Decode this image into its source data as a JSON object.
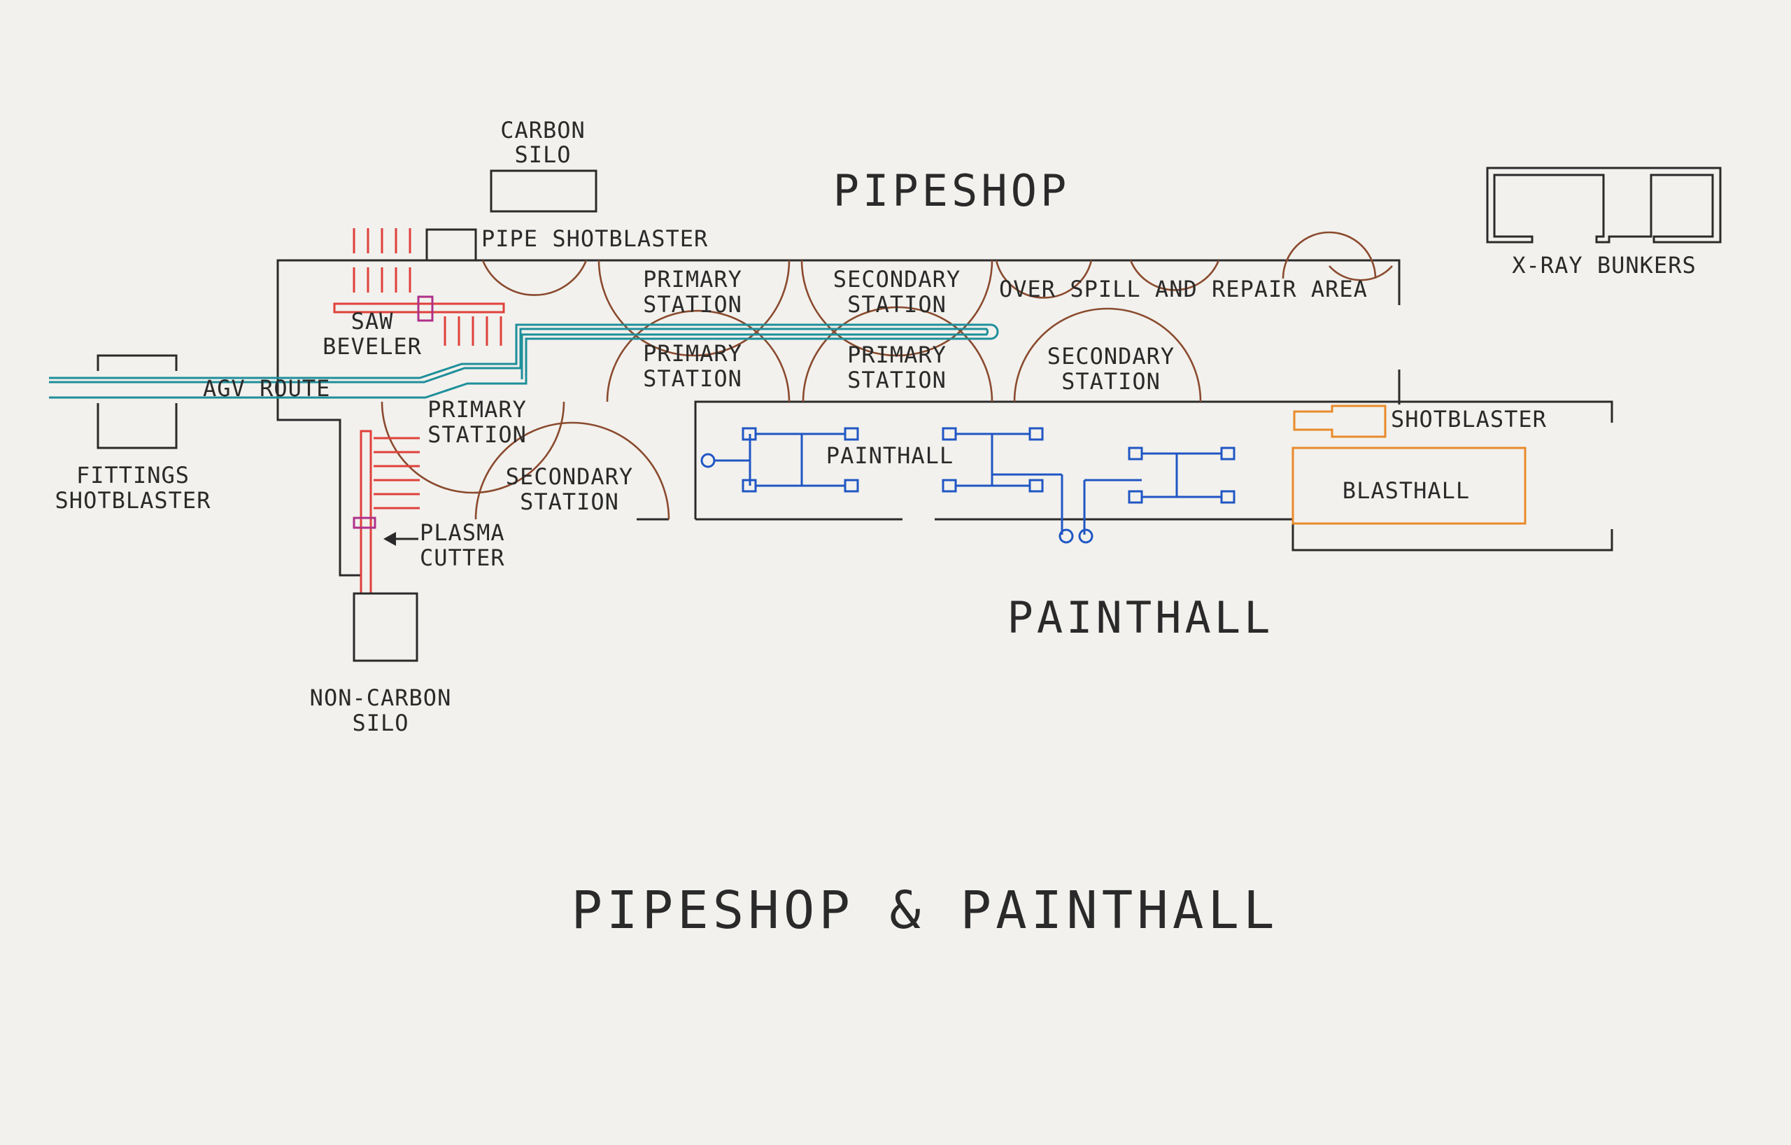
{
  "title": "PIPESHOP & PAINTHALL",
  "areas": {
    "pipeshop": "PIPESHOP",
    "painthall_area": "PAINTHALL"
  },
  "labels": {
    "carbon_silo_line1": "CARBON",
    "carbon_silo_line2": "SILO",
    "pipe_shotblaster": "PIPE SHOTBLASTER",
    "xray_bunkers": "X-RAY BUNKERS",
    "saw_beveler_line1": "SAW",
    "saw_beveler_line2": "BEVELER",
    "agv_route": "AGV ROUTE",
    "fittings_shotblaster_line1": "FITTINGS",
    "fittings_shotblaster_line2": "SHOTBLASTER",
    "primary_station_top1_line1": "PRIMARY",
    "primary_station_top1_line2": "STATION",
    "secondary_station_top1_line1": "SECONDARY",
    "secondary_station_top1_line2": "STATION",
    "overspill_repair_area": "OVER SPILL AND REPAIR AREA",
    "primary_station_mid1_line1": "PRIMARY",
    "primary_station_mid1_line2": "STATION",
    "primary_station_mid2_line1": "PRIMARY",
    "primary_station_mid2_line2": "STATION",
    "secondary_station_mid_line1": "SECONDARY",
    "secondary_station_mid_line2": "STATION",
    "primary_station_left_line1": "PRIMARY",
    "primary_station_left_line2": "STATION",
    "secondary_station_left_line1": "SECONDARY",
    "secondary_station_left_line2": "STATION",
    "plasma_cutter_line1": "PLASMA",
    "plasma_cutter_line2": "CUTTER",
    "noncarbon_silo_line1": "NON-CARBON",
    "noncarbon_silo_line2": "SILO",
    "painthall_inner": "PAINTHALL",
    "shotblaster": "SHOTBLASTER",
    "blasthall": "BLASTHALL"
  },
  "colors": {
    "outline": "#2a2a2a",
    "stations": "#8a4a2e",
    "saw_racks": "#e0403a",
    "agv_route": "#1e8f9a",
    "paint_lines": "#2056c4",
    "blasthall": "#e98a2a",
    "saw_marker": "#b0308a",
    "paper": "#f2f1ed"
  }
}
